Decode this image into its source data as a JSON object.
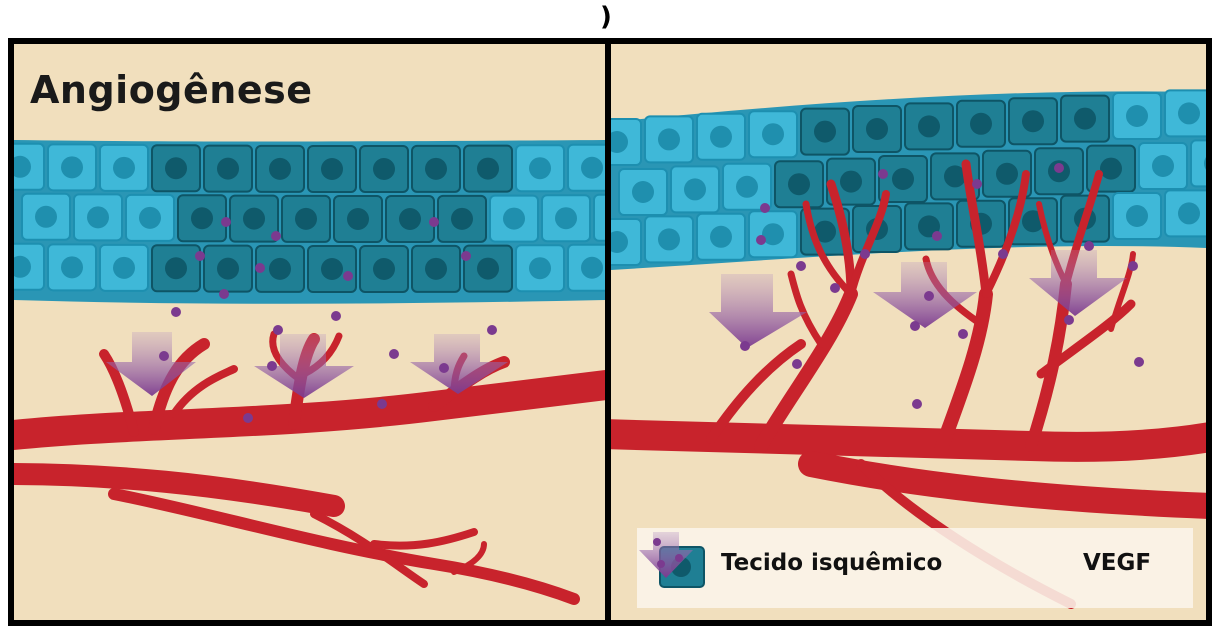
{
  "header": {
    "mark": ")"
  },
  "left_panel": {
    "title": "Angiogênese"
  },
  "legend": {
    "items": [
      {
        "label": "Tecido isquêmico",
        "icon": "ischemic-cell-icon",
        "color": "#1f7f94"
      },
      {
        "label": "VEGF",
        "icon": "vegf-arrow-icon",
        "color": "#8a4f9e"
      }
    ]
  },
  "colors": {
    "background": "#f1dfbd",
    "cell_light": "#3fb8d8",
    "cell_dark": "#1f7f94",
    "vessel": "#c8232c",
    "vegf": "#8a4f9e",
    "vegf_dot": "#7b3a8f"
  }
}
